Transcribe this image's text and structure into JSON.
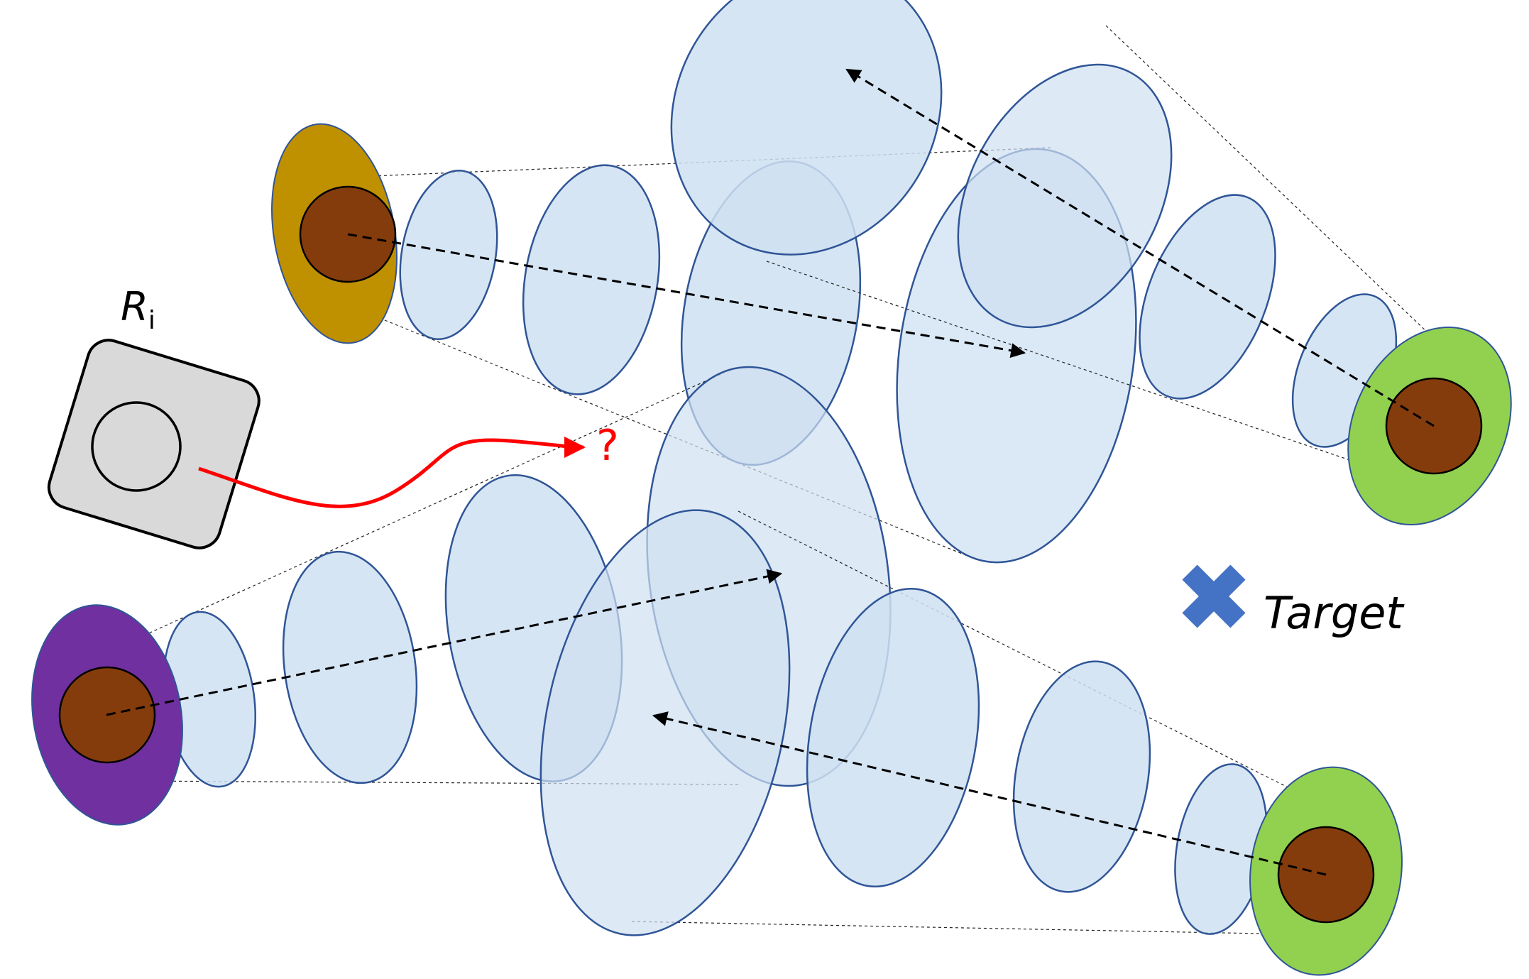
{
  "robot": {
    "label_main": "R",
    "label_sub": "i"
  },
  "unknown_marker": "?",
  "target": {
    "label": "Target"
  },
  "colors": {
    "ellipse_fill": "#cfe0f1",
    "ellipse_stroke": "#2f5597",
    "node_gold": "#bf9000",
    "node_purple": "#7030a0",
    "node_green": "#92d050",
    "node_core": "#843c0c",
    "robot_body": "#d9d9d9",
    "robot_path": "#ff0000",
    "target_marker": "#4472c4"
  },
  "icons": {
    "robot": "rounded-square-sensor-icon",
    "target": "x-mark-icon"
  }
}
